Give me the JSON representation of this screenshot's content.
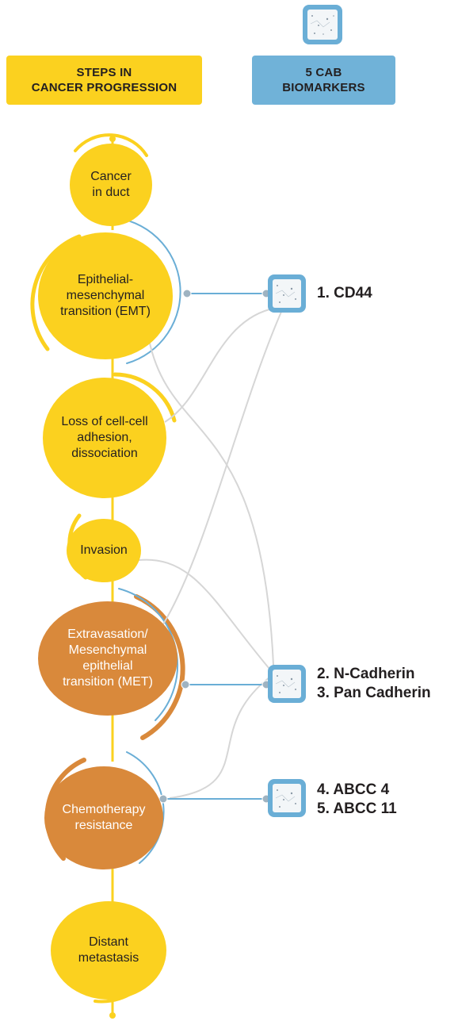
{
  "headers": {
    "steps": "STEPS IN\nCANCER PROGRESSION",
    "biomarkers": "5 CAB\nBIOMARKERS"
  },
  "steps": [
    {
      "id": "cancer-in-duct",
      "label": "Cancer\nin duct",
      "color": "yellow"
    },
    {
      "id": "emt",
      "label": "Epithelial-\nmesenchymal\ntransition (EMT)",
      "color": "yellow"
    },
    {
      "id": "loss-adhesion",
      "label": "Loss of cell-cell\nadhesion,\ndissociation",
      "color": "yellow"
    },
    {
      "id": "invasion",
      "label": "Invasion",
      "color": "yellow"
    },
    {
      "id": "extravasation-met",
      "label": "Extravasation/\nMesenchymal\nepithelial\ntransition (MET)",
      "color": "orange"
    },
    {
      "id": "chemo-resistance",
      "label": "Chemotherapy\nresistance",
      "color": "orange"
    },
    {
      "id": "distant-metastasis",
      "label": "Distant\nmetastasis",
      "color": "yellow"
    }
  ],
  "biomarkers": [
    {
      "id": "cd44",
      "lines": [
        "1. CD44"
      ]
    },
    {
      "id": "cadherin",
      "lines": [
        "2. N-Cadherin",
        "3. Pan Cadherin"
      ]
    },
    {
      "id": "abcc",
      "lines": [
        "4. ABCC 4",
        "5. ABCC 11"
      ]
    }
  ],
  "colors": {
    "yellow": "#fbd11f",
    "orange": "#d9893b",
    "blue": "#6aaed6",
    "connector": "#d6d6d6",
    "text": "#231f20"
  }
}
